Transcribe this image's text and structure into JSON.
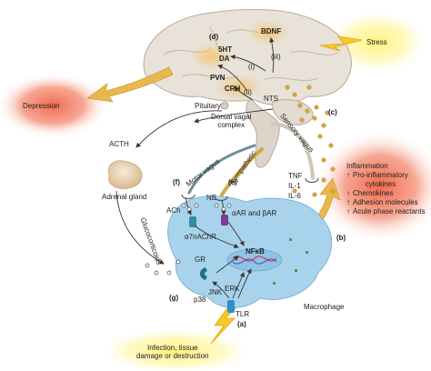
{
  "labels": {
    "bdnf": "BDNF",
    "stress": "Stress",
    "ht5": "5HT",
    "da": "DA",
    "pvn": "PVN",
    "crh": "CRH",
    "pituitary": "Pituitary",
    "nts": "NTS",
    "depression": "Depression",
    "dorsal_vagal_complex": "Dorsal vagal\ncomplex",
    "acth": "ACTH",
    "adrenal_gland": "Adrenal gland",
    "glucocorticoids": "Glucocorticoids",
    "motor_vagus": "Motor vagus",
    "sympathetic": "Sympathetic",
    "sensory_vagus": "Sensory vagus",
    "ne": "NE",
    "ach": "ACh",
    "alpha_beta_ar": "αAR and βAR",
    "a7nachr": "α7nAChR",
    "nfkb": "NFκB",
    "gr": "GR",
    "jnk": "JNK",
    "erk": "ERK",
    "p38": "p38",
    "tlr": "TLR",
    "macrophage": "Macrophage",
    "tnf": "TNF",
    "il1": "IL-1",
    "il6": "IL-6",
    "infection": "Infection, tissue\ndamage or destruction"
  },
  "markers": {
    "a": "(a)",
    "b": "(b)",
    "c": "(c)",
    "d": "(d)",
    "e": "(e)",
    "f": "(f)",
    "g": "(g)",
    "i": "(i)",
    "ii": "(ii)",
    "iii": "(iii)"
  },
  "inflammation": {
    "title": "Inflammation",
    "items": [
      "Pro-inflammatory\ncytokines",
      "Chemokines",
      "Adhesion molecules",
      "Acute phase reactants"
    ],
    "up_glyph": "↑"
  },
  "colors": {
    "glow_red": "#f26a4f",
    "glow_yellow": "#fff27a",
    "brain": "#e8e2d9",
    "macrophage": "#a9d3ec",
    "arrow_gold": "#e9b84c",
    "receptor_teal": "#2f8f9b",
    "receptor_purple": "#7b3f8f",
    "dot_gold": "#d9a63a",
    "dot_green": "#2fa35a"
  }
}
